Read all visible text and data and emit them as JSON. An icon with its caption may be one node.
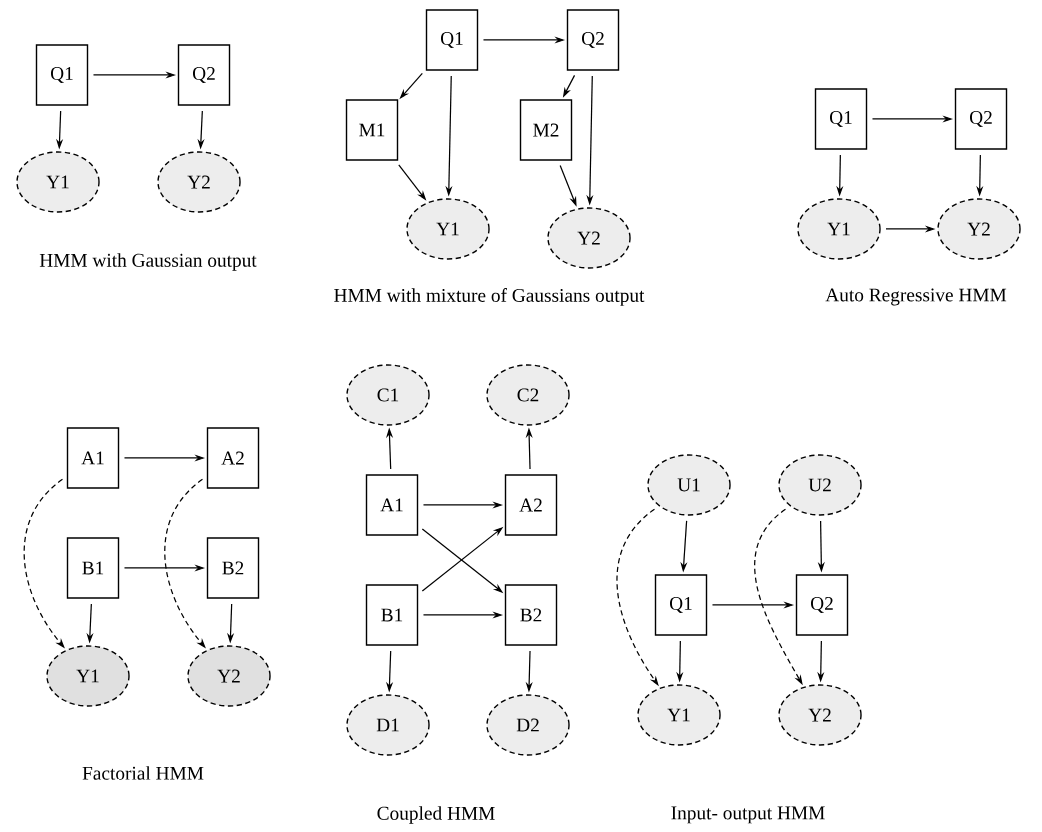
{
  "diagram": {
    "nodes": [
      {
        "text": [
          "Q1"
        ]
      },
      {
        "text": [
          "Q2"
        ]
      },
      {
        "text": [
          "Y1"
        ]
      },
      {
        "text": [
          "Y2"
        ]
      },
      {
        "text": [
          "Q1"
        ]
      },
      {
        "text": [
          "Q2"
        ]
      },
      {
        "text": [
          "M1"
        ]
      },
      {
        "text": [
          "M2"
        ]
      },
      {
        "text": [
          "Y1"
        ]
      },
      {
        "text": [
          "Y2"
        ]
      },
      {
        "text": [
          "Q1"
        ]
      },
      {
        "text": [
          "Q2"
        ]
      },
      {
        "text": [
          "Y1"
        ]
      },
      {
        "text": [
          "Y2"
        ]
      },
      {
        "text": [
          "A1"
        ]
      },
      {
        "text": [
          "A2"
        ]
      },
      {
        "text": [
          "B1"
        ]
      },
      {
        "text": [
          "B2"
        ]
      },
      {
        "text": [
          "Y1"
        ]
      },
      {
        "text": [
          "Y2"
        ]
      },
      {
        "text": [
          "C1"
        ]
      },
      {
        "text": [
          "C2"
        ]
      },
      {
        "text": [
          "A1"
        ]
      },
      {
        "text": [
          "A2"
        ]
      },
      {
        "text": [
          "B1"
        ]
      },
      {
        "text": [
          "B2"
        ]
      },
      {
        "text": [
          "D1"
        ]
      },
      {
        "text": [
          "D2"
        ]
      },
      {
        "text": [
          "U1"
        ]
      },
      {
        "text": [
          "U2"
        ]
      },
      {
        "text": [
          "Q1"
        ]
      },
      {
        "text": [
          "Q2"
        ]
      },
      {
        "text": [
          "Y1"
        ]
      },
      {
        "text": [
          "Y2"
        ]
      }
    ],
    "edges": [
      {
        "from": 0,
        "to": 1,
        "arrow": "to"
      },
      {
        "from": 0,
        "to": 2,
        "arrow": "to"
      },
      {
        "from": 1,
        "to": 3,
        "arrow": "to"
      },
      {
        "from": 4,
        "to": 5,
        "arrow": "to"
      },
      {
        "from": 4,
        "to": 6,
        "arrow": "to"
      },
      {
        "from": 4,
        "to": 8,
        "arrow": "to"
      },
      {
        "from": 6,
        "to": 8,
        "arrow": "to"
      },
      {
        "from": 5,
        "to": 7,
        "arrow": "to"
      },
      {
        "from": 5,
        "to": 9,
        "arrow": "to"
      },
      {
        "from": 7,
        "to": 9,
        "arrow": "to"
      },
      {
        "from": 10,
        "to": 11,
        "arrow": "to"
      },
      {
        "from": 10,
        "to": 12,
        "arrow": "to"
      },
      {
        "from": 11,
        "to": 13,
        "arrow": "to"
      },
      {
        "from": 12,
        "to": 13,
        "arrow": "to"
      },
      {
        "from": 14,
        "to": 15,
        "arrow": "to"
      },
      {
        "from": 16,
        "to": 17,
        "arrow": "to"
      },
      {
        "from": 14,
        "to": 18,
        "arrow": "to",
        "style": "dashed"
      },
      {
        "from": 15,
        "to": 19,
        "arrow": "to",
        "style": "dashed"
      },
      {
        "from": 16,
        "to": 18,
        "arrow": "to"
      },
      {
        "from": 17,
        "to": 19,
        "arrow": "to"
      },
      {
        "from": 22,
        "to": 20,
        "arrow": "to"
      },
      {
        "from": 23,
        "to": 21,
        "arrow": "to"
      },
      {
        "from": 22,
        "to": 23,
        "arrow": "to"
      },
      {
        "from": 22,
        "to": 25,
        "arrow": "to"
      },
      {
        "from": 24,
        "to": 23,
        "arrow": "to"
      },
      {
        "from": 24,
        "to": 25,
        "arrow": "to"
      },
      {
        "from": 24,
        "to": 26,
        "arrow": "to"
      },
      {
        "from": 25,
        "to": 27,
        "arrow": "to"
      },
      {
        "from": 28,
        "to": 30,
        "arrow": "to"
      },
      {
        "from": 29,
        "to": 31,
        "arrow": "to"
      },
      {
        "from": 30,
        "to": 31,
        "arrow": "to"
      },
      {
        "from": 30,
        "to": 32,
        "arrow": "to"
      },
      {
        "from": 31,
        "to": 33,
        "arrow": "to"
      },
      {
        "from": 28,
        "to": 32,
        "arrow": "to",
        "style": "dashed"
      },
      {
        "from": 29,
        "to": 33,
        "arrow": "to",
        "style": "dashed"
      }
    ],
    "labels": [
      "HMM with Gaussian output",
      "HMM with mixture of Gaussians output",
      "Auto Regressive HMM",
      "Factorial HMM",
      "Coupled HMM",
      "Input- output HMM"
    ]
  }
}
